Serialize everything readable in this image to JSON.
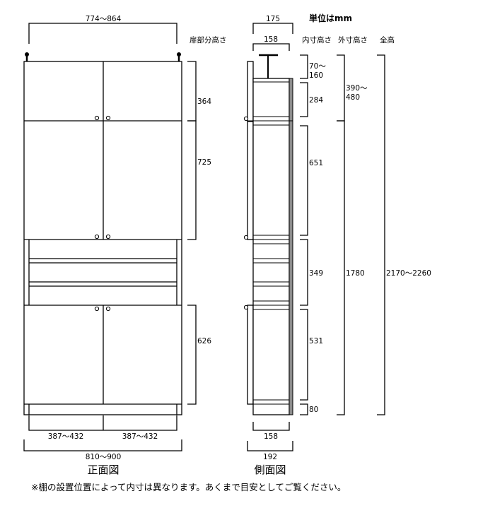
{
  "header": {
    "unit_label": "単位はmm",
    "door_height_heading": "扉部分高さ",
    "inner_height_heading": "内寸高さ",
    "outer_height_heading": "外寸高さ",
    "total_height_heading": "全高"
  },
  "front_view": {
    "title": "正面図",
    "top_span": "774～864",
    "door_heights": [
      "364",
      "725",
      "626"
    ],
    "bottom_inner_widths": [
      "387～432",
      "387～432"
    ],
    "total_width": "810～900"
  },
  "side_view": {
    "title": "側面図",
    "top_depth_outer": "175",
    "top_depth_inner": "158",
    "inner_heights": [
      "70～",
      "160",
      "284",
      "651",
      "349",
      "531",
      "80"
    ],
    "outer_heights": [
      "390～",
      "480",
      "1780"
    ],
    "total_height": "2170～2260",
    "bottom_depth_inner": "158",
    "bottom_depth_outer": "192"
  },
  "footnote": "※棚の設置位置によって内寸は異なります。あくまで目安としてご覧ください。",
  "colors": {
    "line": "#000000",
    "back_panel": "#8c8c8c"
  }
}
